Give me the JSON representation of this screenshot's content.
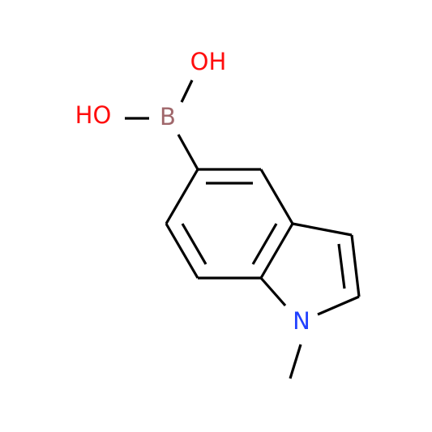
{
  "molecule": {
    "atoms": {
      "oh_top": "OH",
      "oh_left": "HO",
      "boron": "B",
      "nitrogen": "N"
    }
  },
  "colors": {
    "oxygen": "#ff0d0d",
    "boron": "#a0676b",
    "nitrogen": "#2040ff",
    "bond": "#000000",
    "background": "#ffffff"
  }
}
